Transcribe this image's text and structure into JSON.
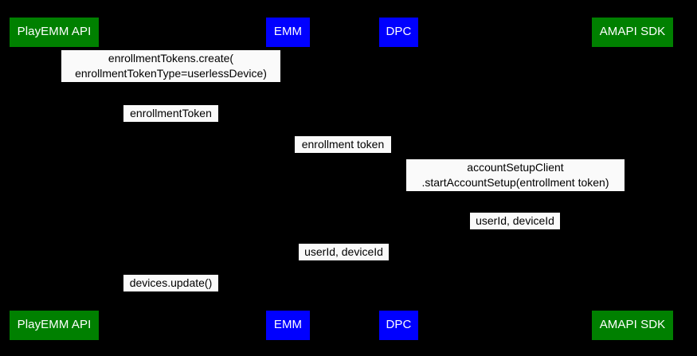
{
  "diagram": {
    "type": "uml-sequence-diagram",
    "background_color": "#000000",
    "label_background_color": "#fafafa",
    "label_text_color": "#000000",
    "participant_text_color": "#ffffff",
    "colors": {
      "green": "#008000",
      "blue": "#0000ff"
    }
  },
  "participants_top": [
    {
      "name": "PlayEMM API",
      "color": "#008000"
    },
    {
      "name": "EMM",
      "color": "#0000ff"
    },
    {
      "name": "DPC",
      "color": "#0000ff"
    },
    {
      "name": "AMAPI SDK",
      "color": "#008000"
    }
  ],
  "participants_bottom": [
    {
      "name": "PlayEMM API",
      "color": "#008000"
    },
    {
      "name": "EMM",
      "color": "#0000ff"
    },
    {
      "name": "DPC",
      "color": "#0000ff"
    },
    {
      "name": "AMAPI SDK",
      "color": "#008000"
    }
  ],
  "messages": [
    {
      "line1": "enrollmentTokens.create(",
      "line2": "enrollmentTokenType=userlessDevice)",
      "from": "EMM",
      "to": "PlayEMM API"
    },
    {
      "line1": "enrollmentToken",
      "line2": "",
      "from": "PlayEMM API",
      "to": "EMM"
    },
    {
      "line1": "enrollment token",
      "line2": "",
      "from": "EMM",
      "to": "DPC"
    },
    {
      "line1": "accountSetupClient",
      "line2": ".startAccountSetup(entrollment token)",
      "from": "DPC",
      "to": "AMAPI SDK"
    },
    {
      "line1": "userId, deviceId",
      "line2": "",
      "from": "AMAPI SDK",
      "to": "DPC"
    },
    {
      "line1": "userId, deviceId",
      "line2": "",
      "from": "DPC",
      "to": "EMM"
    },
    {
      "line1": "devices.update()",
      "line2": "",
      "from": "EMM",
      "to": "PlayEMM API"
    }
  ]
}
